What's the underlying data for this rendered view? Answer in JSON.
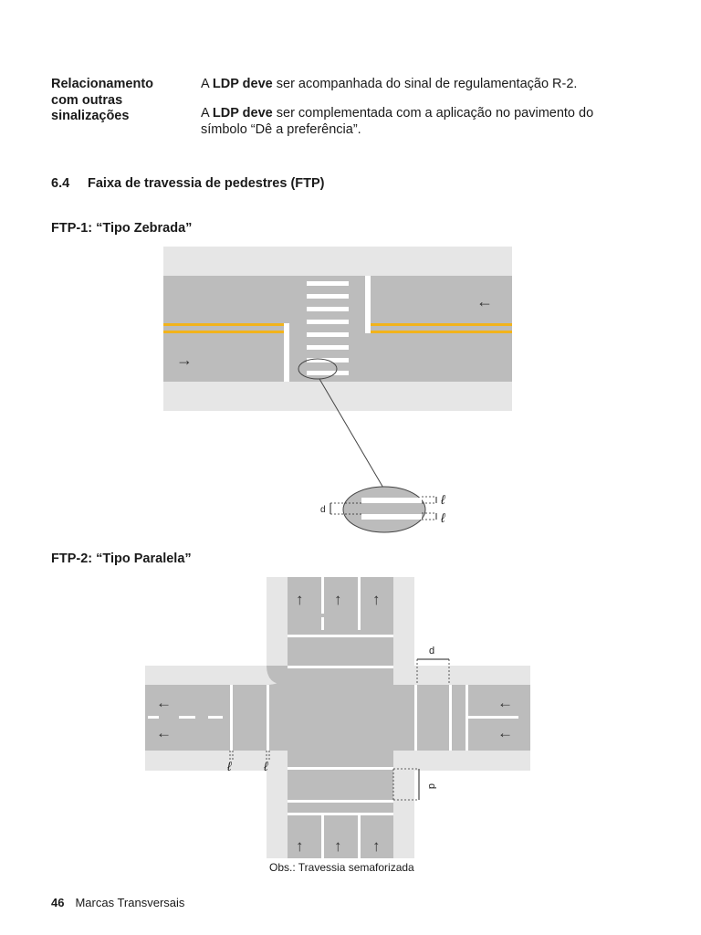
{
  "relationship": {
    "label_lines": [
      "Relacionamento",
      "com outras",
      "sinalizações"
    ],
    "p1": {
      "pre": "A ",
      "bold": "LDP deve",
      "post": " ser acompanhada do sinal de regulamentação R-2."
    },
    "p2": {
      "pre": "A ",
      "bold": "LDP deve",
      "post": " ser complementada com a aplicação no pavimento do símbolo “Dê a preferência”."
    }
  },
  "section": {
    "number": "6.4",
    "title": "Faixa de travessia de pedestres (FTP)"
  },
  "ftp1": {
    "title": "FTP-1: “Tipo Zebrada”",
    "dim_d": "d",
    "dim_l": "ℓ",
    "arrow_right": "→",
    "arrow_left": "←"
  },
  "ftp2": {
    "title": "FTP-2: “Tipo Paralela”",
    "dim_d": "d",
    "dim_l": "ℓ",
    "arrow_up": "↑",
    "arrow_left": "←",
    "caption": "Obs.: Travessia semaforizada"
  },
  "footer": {
    "page": "46",
    "text": "Marcas Transversais"
  },
  "colors": {
    "road": "#bcbcbc",
    "sidewalk": "#e6e6e6",
    "yellow": "#f2b31b",
    "marking": "#ffffff"
  }
}
